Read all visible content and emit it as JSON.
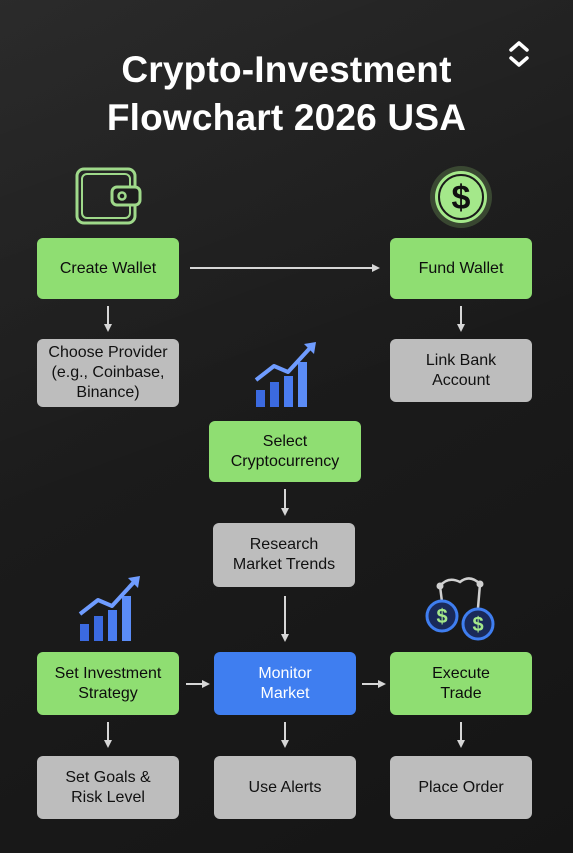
{
  "title": {
    "line1": "Crypto-Investment",
    "line2": "Flowchart 2026 USA"
  },
  "nodes": {
    "create_wallet": "Create Wallet",
    "fund_wallet": "Fund Wallet",
    "choose_provider": [
      "Choose Provider",
      "(e.g., Coinbase,",
      "Binance)"
    ],
    "link_bank": [
      "Link Bank",
      "Account"
    ],
    "select_crypto": [
      "Select",
      "Cryptocurrency"
    ],
    "research": [
      "Research",
      "Market Trends"
    ],
    "set_strategy": [
      "Set Investment",
      "Strategy"
    ],
    "monitor": [
      "Monitor",
      "Market"
    ],
    "execute": [
      "Execute",
      "Trade"
    ],
    "goals": [
      "Set Goals &",
      "Risk Level"
    ],
    "alerts": "Use Alerts",
    "place_order": "Place Order"
  },
  "icons": {
    "wallet": "wallet-icon",
    "dollar": "dollar-coin-icon",
    "growth": "growth-chart-icon",
    "coins": "linked-coins-icon",
    "menu": "chevron-updown-icon"
  },
  "colors": {
    "green": "#8fde72",
    "gray": "#bdbdbd",
    "blue": "#3f7ef0",
    "background": "#1e1e1e"
  }
}
